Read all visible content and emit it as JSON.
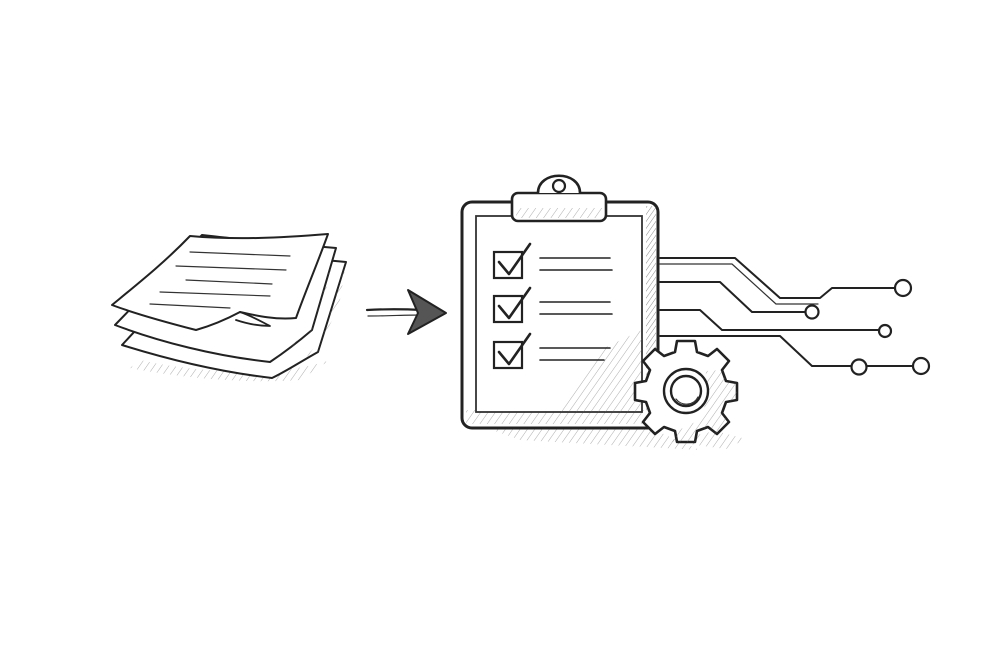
{
  "illustration": {
    "background_color": "#ffffff",
    "ink_color": "#222222",
    "style": "hand-drawn pencil sketch",
    "icons": {
      "paper_stack": "paper-stack-icon",
      "arrow": "arrow-right-icon",
      "clipboard": "clipboard-checklist-icon",
      "checkmark": "checkmark-icon",
      "gear": "gear-icon",
      "circuit": "circuit-traces-icon"
    },
    "papers": {
      "count": 3
    },
    "checklist": {
      "items": [
        {
          "checked": true
        },
        {
          "checked": true
        },
        {
          "checked": true
        }
      ]
    },
    "circuit": {
      "trace_count": 4
    }
  }
}
